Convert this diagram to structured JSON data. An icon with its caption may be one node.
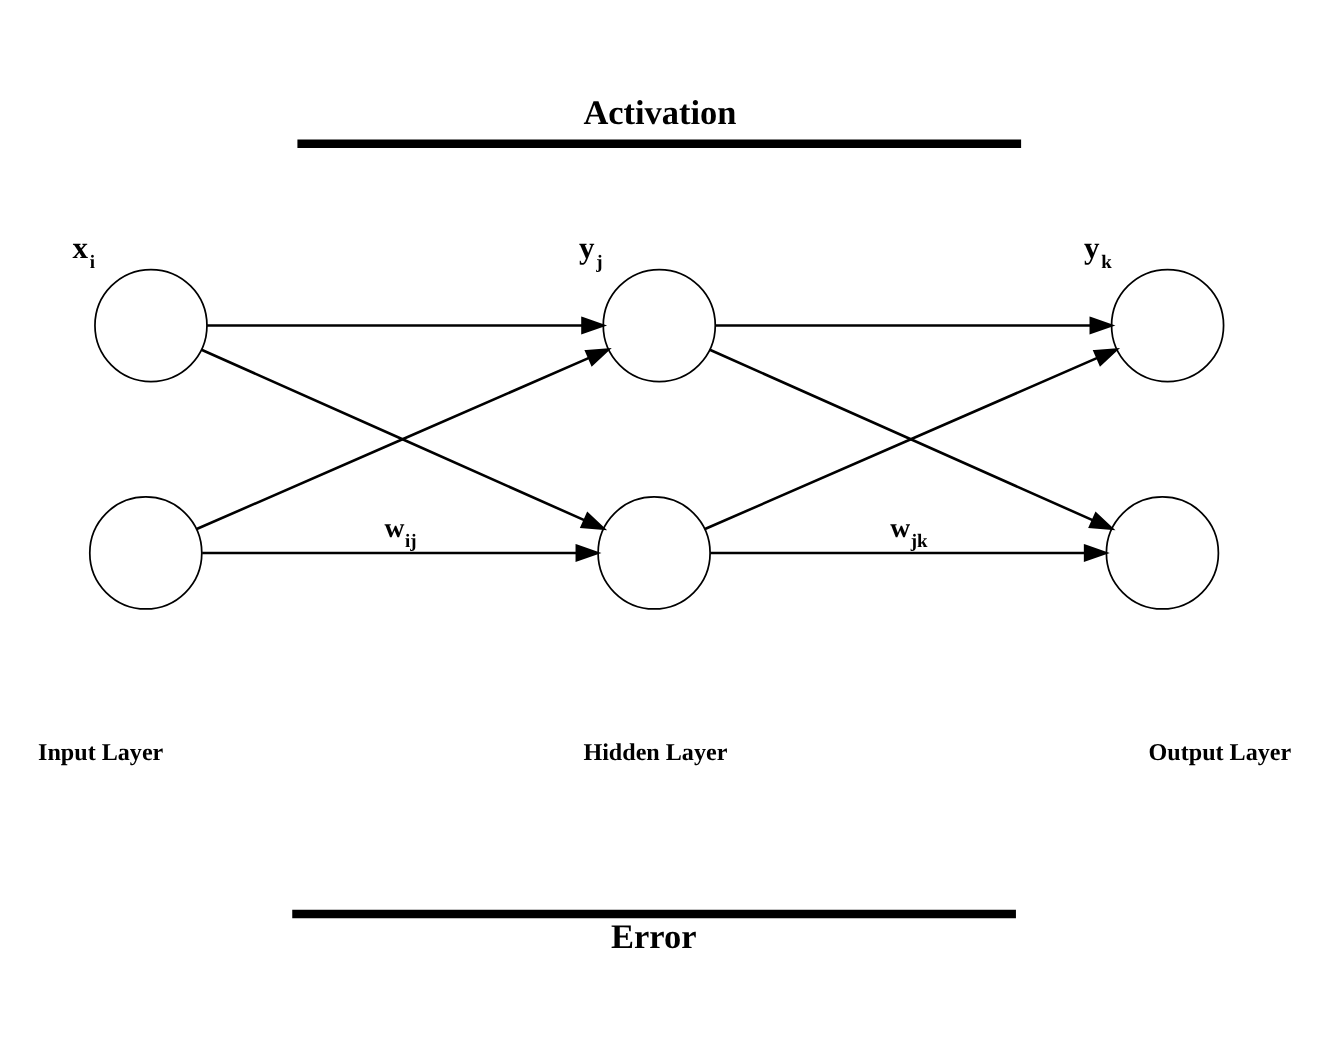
{
  "diagram": {
    "nodes": [
      {
        "text": [],
        "shape": "circle",
        "beside": [
          "x$_{i}$"
        ]
      },
      {
        "text": [],
        "shape": "circle"
      },
      {
        "text": [],
        "shape": "circle",
        "beside": [
          "y$_{j}$"
        ]
      },
      {
        "text": [],
        "shape": "circle"
      },
      {
        "text": [],
        "shape": "circle",
        "beside": [
          "y$_{k}$"
        ]
      },
      {
        "text": [],
        "shape": "circle"
      }
    ],
    "edges": [
      {
        "from": 0,
        "to": 2,
        "arrow": "to"
      },
      {
        "from": 0,
        "to": 3,
        "arrow": "to"
      },
      {
        "from": 1,
        "to": 2,
        "arrow": "to"
      },
      {
        "from": 1,
        "to": 3,
        "arrow": "to",
        "label": "w$_{ij}$"
      },
      {
        "from": 2,
        "to": 4,
        "arrow": "to"
      },
      {
        "from": 2,
        "to": 5,
        "arrow": "to"
      },
      {
        "from": 3,
        "to": 4,
        "arrow": "to"
      },
      {
        "from": 3,
        "to": 5,
        "arrow": "to",
        "label": "w$_{jk}$"
      }
    ],
    "labels": [
      "Activation",
      "Input Layer",
      "Hidden Layer",
      "Output Layer",
      "Error"
    ]
  }
}
